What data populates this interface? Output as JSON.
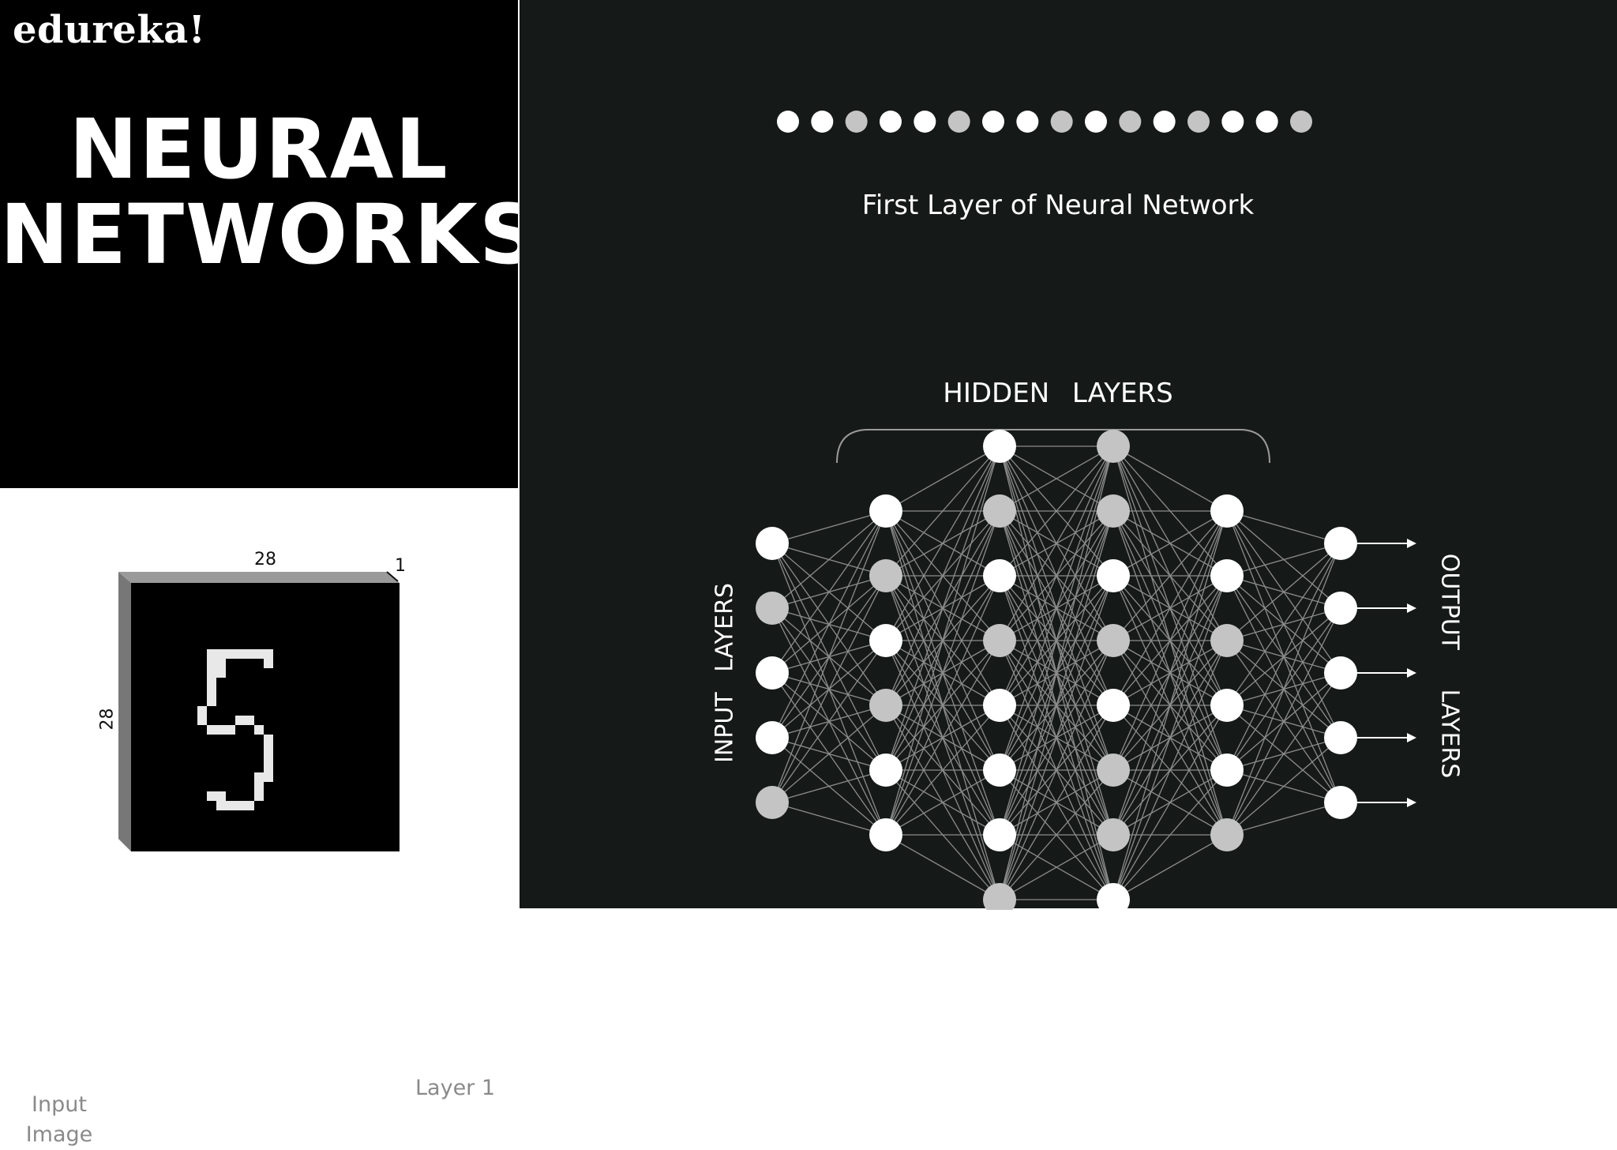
{
  "brand": {
    "logo_text": "edureka!"
  },
  "title": {
    "line1": "NEURAL",
    "line2": "NETWORKS"
  },
  "input_diagram": {
    "input_label": "Input Image",
    "layer_label": "Layer 1",
    "width_dim": "28",
    "height_dim": "28",
    "depth_dim": "1",
    "digit": "5"
  },
  "first_layer": {
    "caption": "First Layer of Neural Network",
    "node_shades": [
      "white",
      "white",
      "gray",
      "white",
      "white",
      "gray",
      "white",
      "white",
      "gray",
      "white",
      "gray",
      "white",
      "gray",
      "white",
      "white",
      "gray"
    ]
  },
  "network": {
    "hidden_title": "HIDDEN  LAYERS",
    "input_title": "INPUT  LAYERS",
    "output_title": "OUTPUT  LAYERS",
    "layers": [
      {
        "name": "input",
        "nodes": [
          "white",
          "gray",
          "white",
          "white",
          "gray"
        ]
      },
      {
        "name": "hidden-1",
        "nodes": [
          "white",
          "gray",
          "white",
          "gray",
          "white",
          "white"
        ]
      },
      {
        "name": "hidden-2",
        "nodes": [
          "white",
          "gray",
          "white",
          "gray",
          "white",
          "white",
          "white",
          "gray"
        ]
      },
      {
        "name": "hidden-3",
        "nodes": [
          "gray",
          "gray",
          "white",
          "gray",
          "white",
          "gray",
          "gray",
          "white"
        ]
      },
      {
        "name": "hidden-4",
        "nodes": [
          "white",
          "white",
          "gray",
          "white",
          "white",
          "gray"
        ]
      },
      {
        "name": "output",
        "nodes": [
          "white",
          "white",
          "white",
          "white",
          "white"
        ]
      }
    ]
  },
  "colors": {
    "dark_panel": "#151917",
    "node_white": "#ffffff",
    "node_gray": "#c4c4c4",
    "edge": "#8c8c8c"
  }
}
